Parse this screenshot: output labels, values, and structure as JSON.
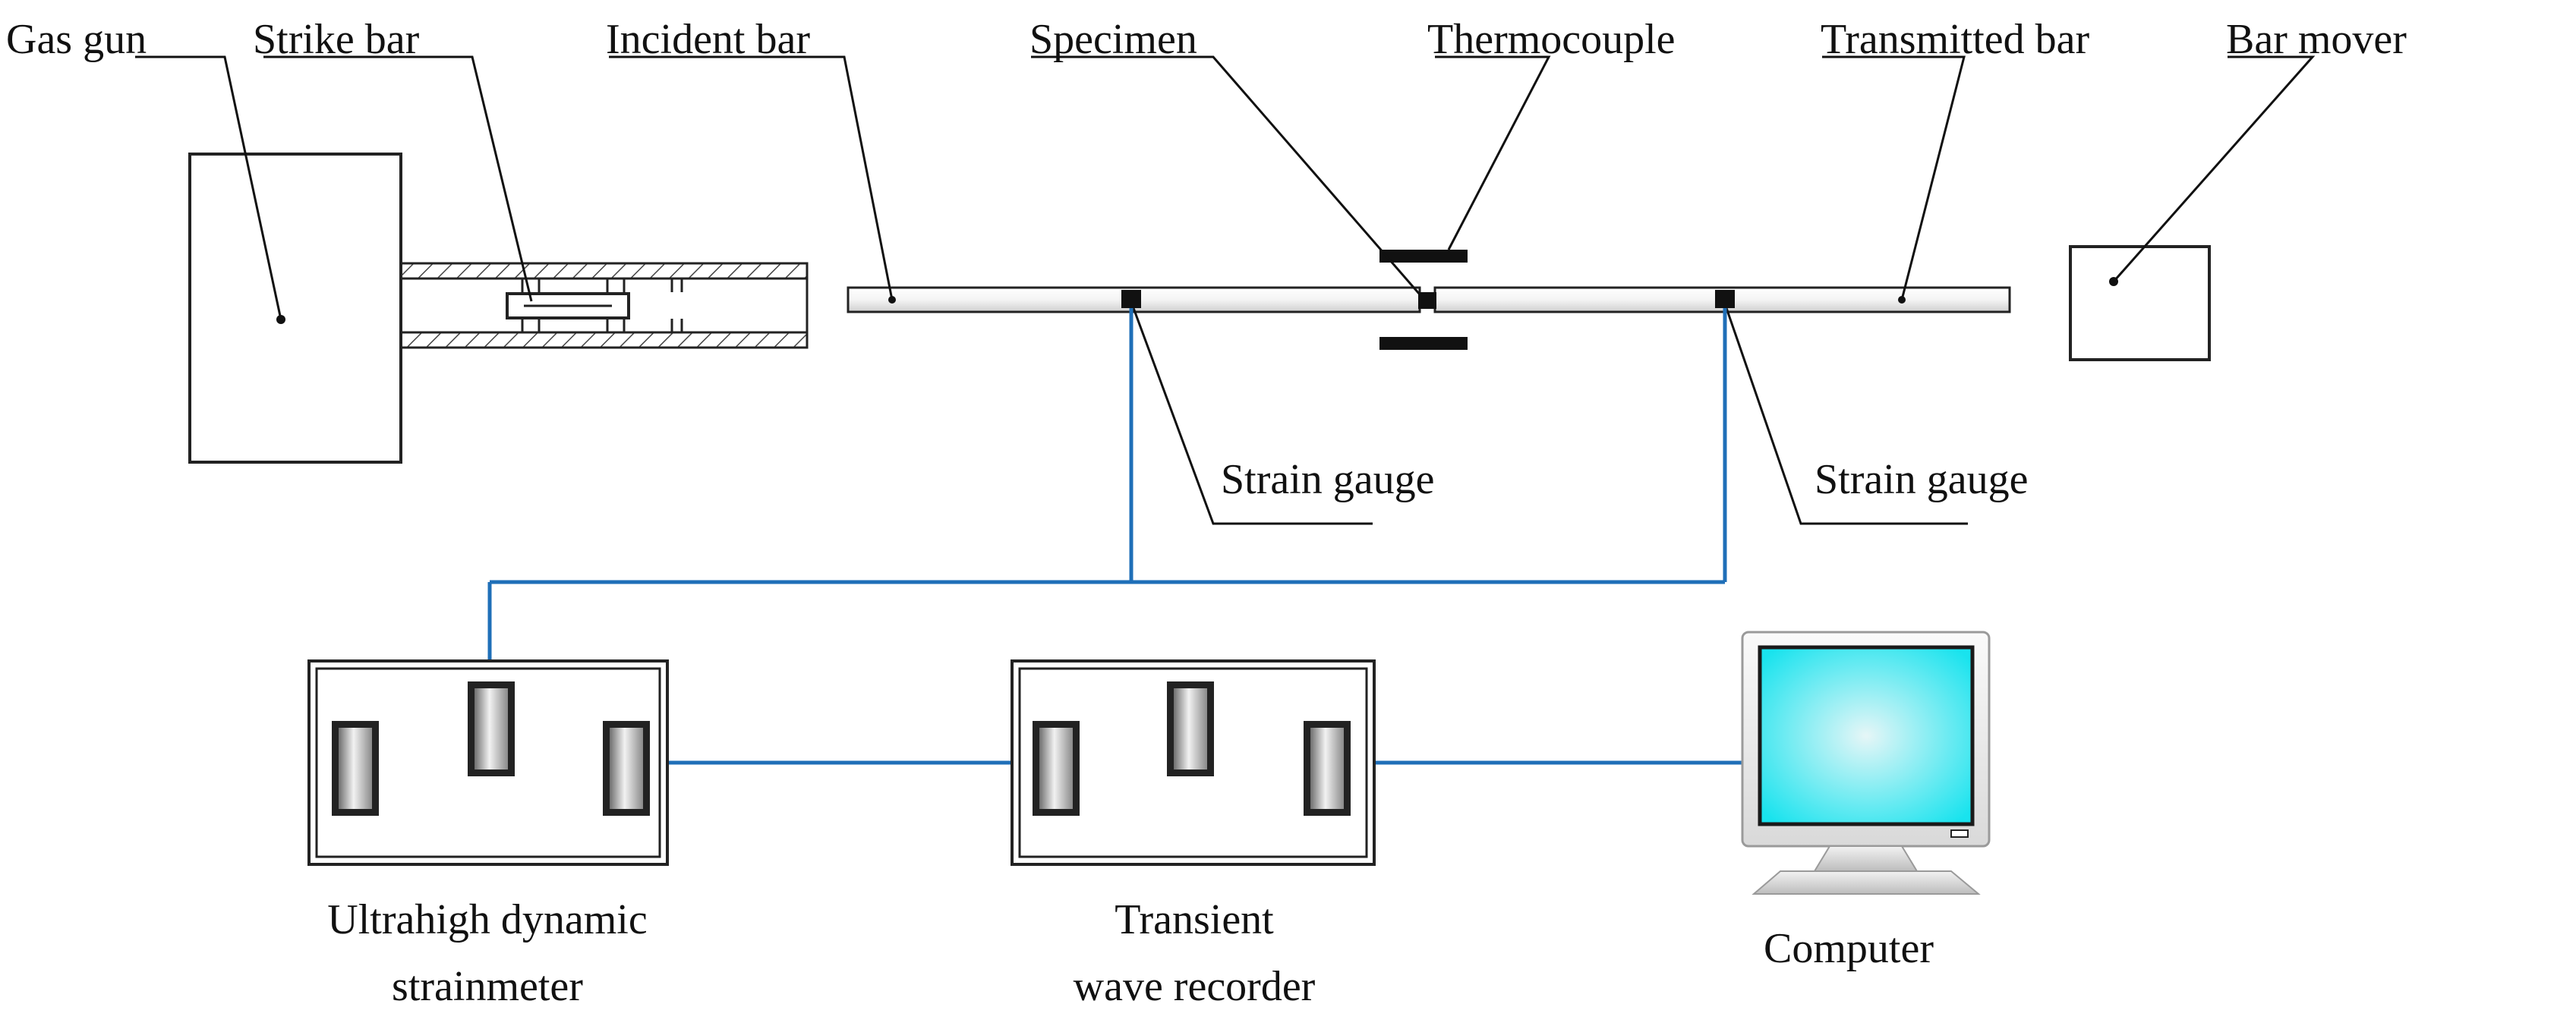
{
  "labels": {
    "gas_gun": "Gas gun",
    "strike_bar": "Strike bar",
    "incident_bar": "Incident bar",
    "specimen": "Specimen",
    "thermocouple": "Thermocouple",
    "transmitted_bar": "Transmitted bar",
    "bar_mover": "Bar mover",
    "strain_gauge_left": "Strain gauge",
    "strain_gauge_right": "Strain gauge",
    "strainmeter_line1": "Ultrahigh dynamic",
    "strainmeter_line2": "strainmeter",
    "recorder_line1": "Transient",
    "recorder_line2": "wave recorder",
    "computer": "Computer"
  },
  "colors": {
    "wire": "#1f6fb8",
    "outline": "#222222",
    "screen_center": "#e6f6f7",
    "screen_edge": "#19e3ee",
    "knob_dark": "#6e6e6e",
    "knob_light": "#f2f2f2"
  }
}
